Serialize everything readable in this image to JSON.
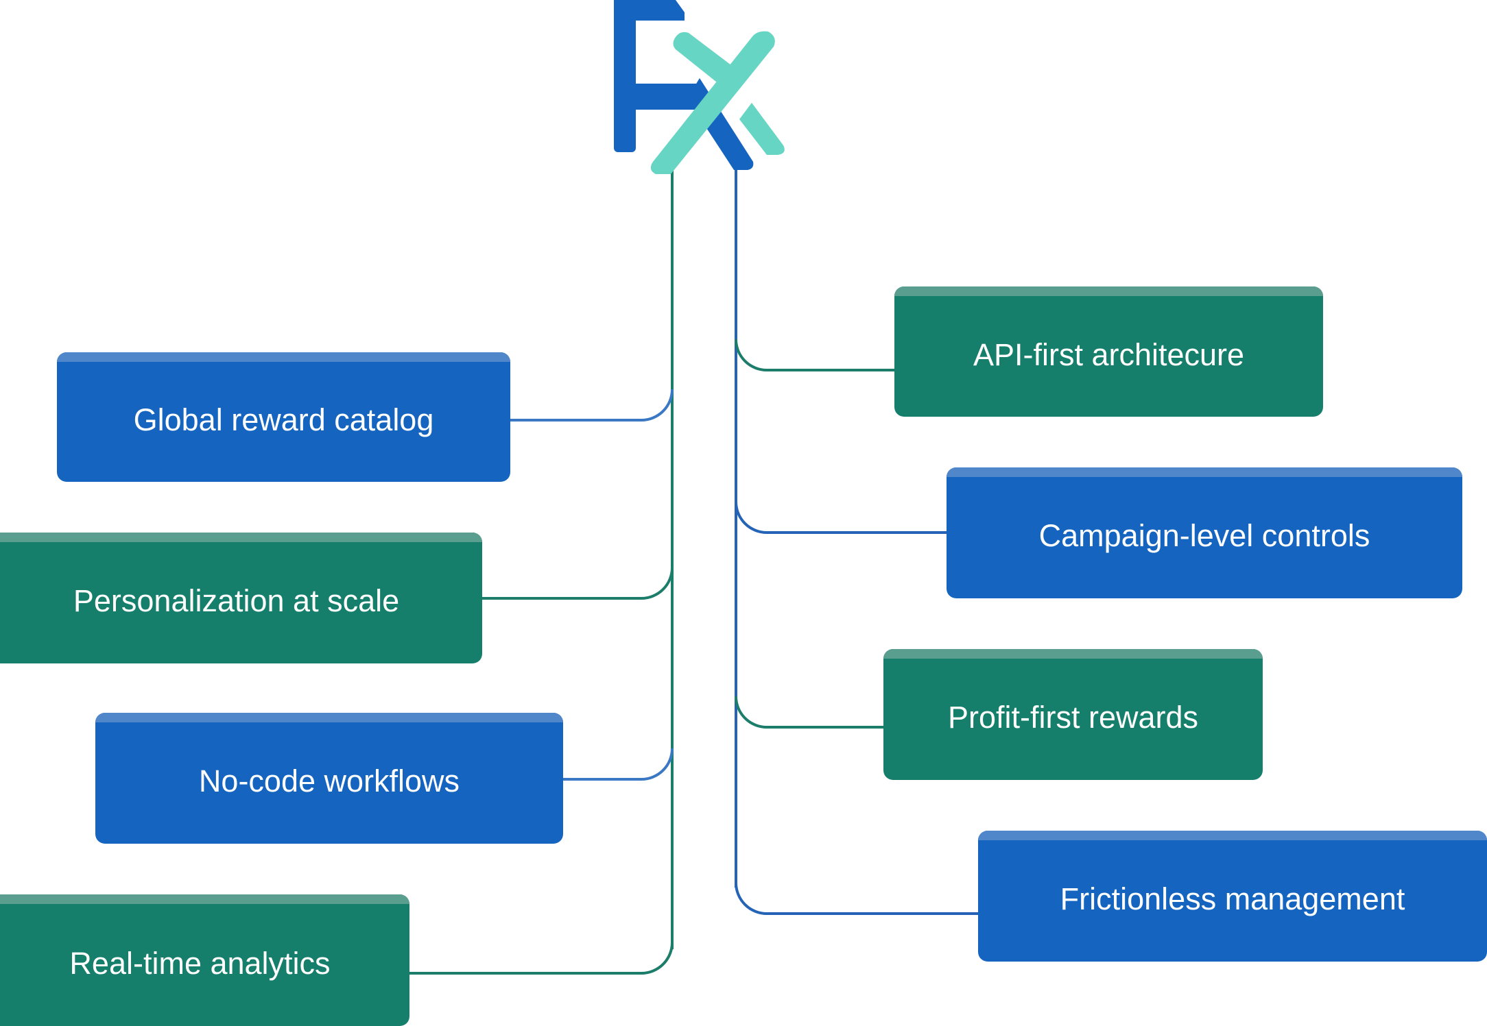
{
  "logo": {
    "name": "fx-logo",
    "letters": "FX",
    "colors": {
      "blue": "#1565c0",
      "teal": "#66d5c3"
    }
  },
  "colors": {
    "blue_card": "#1565c0",
    "blue_card_top": "#4f87ca",
    "green_card": "#167f6c",
    "green_card_top": "#5a9e90",
    "blue_line": "#2463b5",
    "green_line": "#1c7d6a"
  },
  "left_features": [
    {
      "label": "Global reward catalog",
      "color": "blue"
    },
    {
      "label": "Personalization at scale",
      "color": "green"
    },
    {
      "label": "No-code workflows",
      "color": "blue"
    },
    {
      "label": "Real-time analytics",
      "color": "green"
    }
  ],
  "right_features": [
    {
      "label": "API-first architecure",
      "color": "green"
    },
    {
      "label": "Campaign-level controls",
      "color": "blue"
    },
    {
      "label": "Profit-first rewards",
      "color": "green"
    },
    {
      "label": "Frictionless management",
      "color": "blue"
    }
  ]
}
